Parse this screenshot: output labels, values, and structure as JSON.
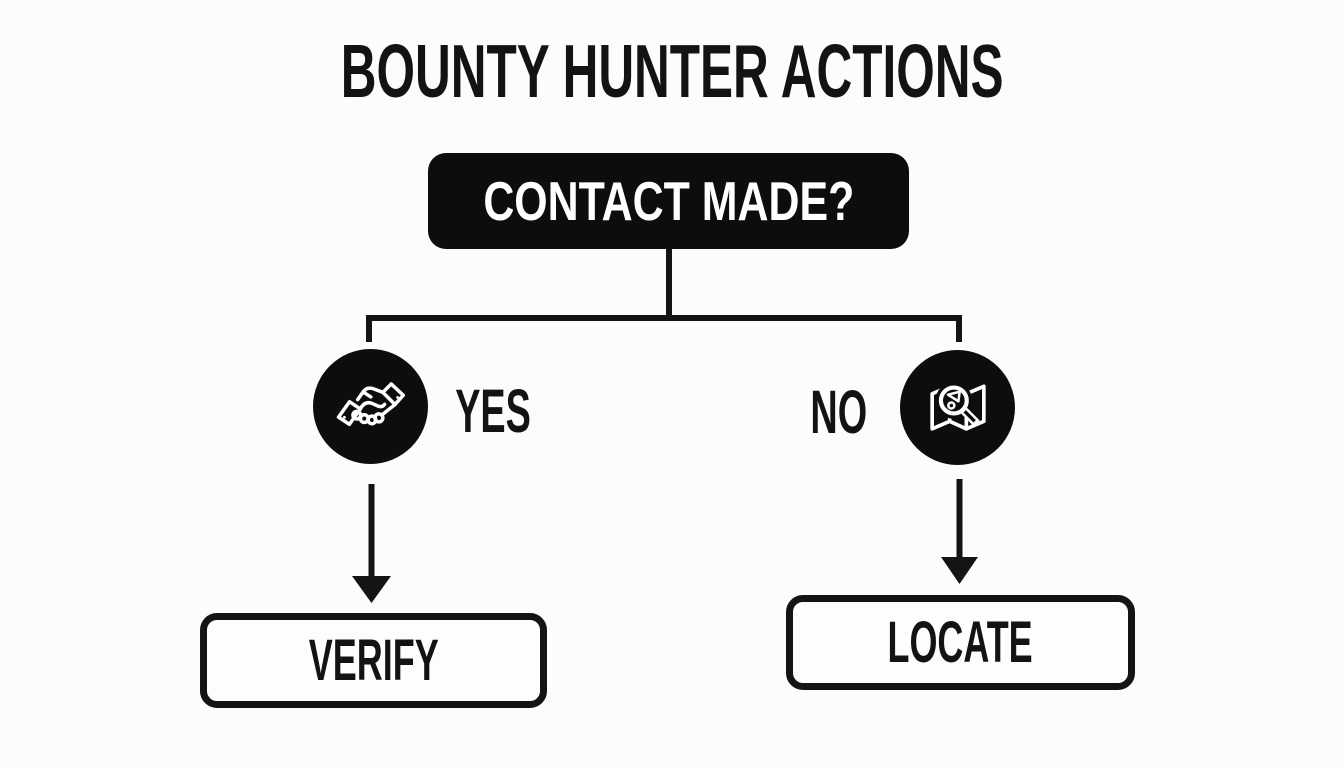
{
  "title": "BOUNTY HUNTER ACTIONS",
  "decision": {
    "label": "CONTACT MADE?"
  },
  "branches": {
    "yes": {
      "label": "YES",
      "icon": "handshake-icon",
      "action": "VERIFY"
    },
    "no": {
      "label": "NO",
      "icon": "map-magnifier-icon",
      "action": "LOCATE"
    }
  },
  "colors": {
    "ink": "#131313",
    "node_fill": "#0d0d0d",
    "icon_stroke": "#ffffff",
    "background": "#fcfcfc"
  }
}
